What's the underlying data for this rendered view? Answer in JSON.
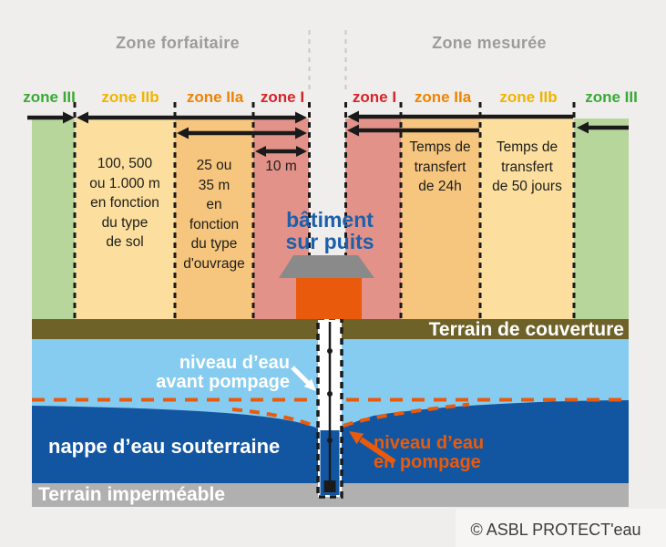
{
  "headers": {
    "forfaitaire": "Zone forfaitaire",
    "mesuree": "Zone mesurée"
  },
  "zones_left": [
    {
      "label": "zone III",
      "color": "#3aaa35"
    },
    {
      "label": "zone IIb",
      "color": "#f0b400"
    },
    {
      "label": "zone IIa",
      "color": "#f08300"
    },
    {
      "label": "zone I",
      "color": "#d8232a"
    }
  ],
  "zones_right": [
    {
      "label": "zone I",
      "color": "#d8232a"
    },
    {
      "label": "zone IIa",
      "color": "#f08300"
    },
    {
      "label": "zone IIb",
      "color": "#f0b400"
    },
    {
      "label": "zone III",
      "color": "#3aaa35"
    }
  ],
  "notes": {
    "zone2b_left": [
      "100, 500",
      "ou 1.000 m",
      "en fonction",
      "du type",
      "de sol"
    ],
    "zone2a_left": [
      "25 ou",
      "35 m",
      "en",
      "fonction",
      "du type",
      "d'ouvrage"
    ],
    "zone1_left": [
      "10 m"
    ],
    "zone2a_right": [
      "Temps de",
      "transfert",
      "de 24h"
    ],
    "zone2b_right": [
      "Temps de",
      "transfert",
      "de 50 jours"
    ]
  },
  "well": {
    "building_line1": "bâtiment",
    "building_line2": "sur puits"
  },
  "water": {
    "level_before_line1": "niveau d’eau",
    "level_before_line2": "avant pompage",
    "level_pumping_line1": "niveau d’eau",
    "level_pumping_line2": "en pompage",
    "aquifer_label": "nappe d’eau souterraine"
  },
  "terrain": {
    "cover_label": "Terrain de couverture",
    "impermeable_label": "Terrain imperméable"
  },
  "copyright": "© ASBL PROTECT'eau",
  "colors": {
    "background": "#efeeec",
    "band_green": "#b6d69c",
    "band_yellow": "#fcdf9e",
    "band_orange": "#f6c67e",
    "band_red": "#e29289",
    "terrain_cover": "#6f6228",
    "water_shallow": "#85ccf0",
    "water_deep": "#1256a1",
    "terrain_impermeable": "#b0b0b0",
    "roof_gray": "#8a8a8a",
    "building_orange": "#e95a0c",
    "accent_orange": "#e95a0c",
    "label_blue": "#1d60aa",
    "header_gray": "#9c9c9c"
  }
}
